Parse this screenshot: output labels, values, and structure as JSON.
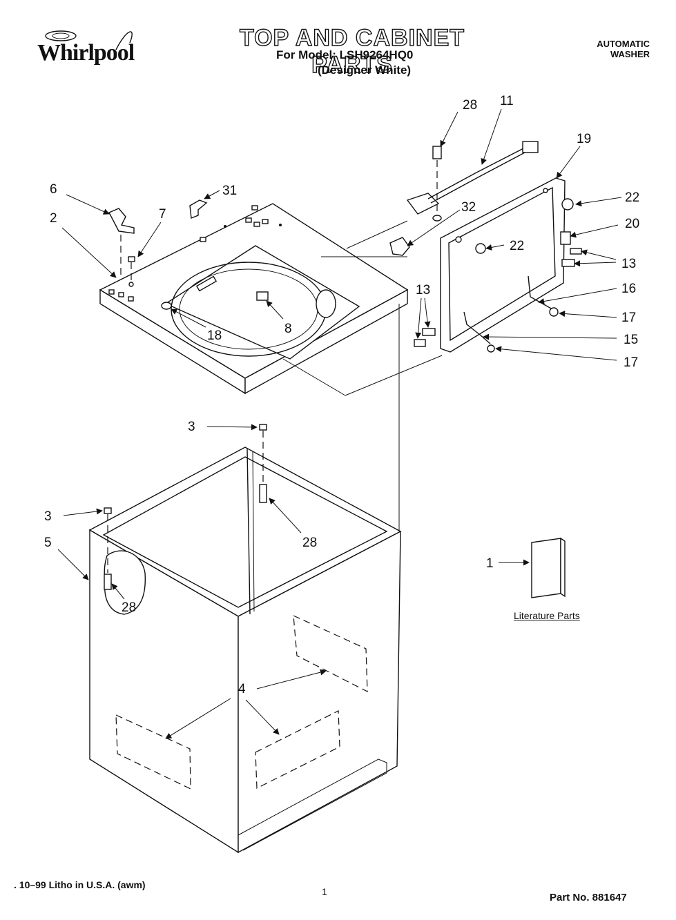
{
  "header": {
    "brand": "Whirlpool",
    "title": "TOP AND CABINET PARTS",
    "model_line": "For Model: LSH9264HQ0",
    "variant_line": "(Designer White)",
    "machine_type_line1": "AUTOMATIC",
    "machine_type_line2": "WASHER"
  },
  "callouts": {
    "c28a": "28",
    "c11": "11",
    "c19": "19",
    "c6": "6",
    "c31": "31",
    "c22a": "22",
    "c2": "2",
    "c7": "7",
    "c32": "32",
    "c20": "20",
    "c22b": "22",
    "c13a": "13",
    "c13b": "13",
    "c16": "16",
    "c17a": "17",
    "c18": "18",
    "c8": "8",
    "c15": "15",
    "c17b": "17",
    "c3a": "3",
    "c3b": "3",
    "c5": "5",
    "c28b": "28",
    "c28c": "28",
    "c1": "1",
    "c4": "4"
  },
  "literature_label": "Literature Parts",
  "footer": {
    "litho": ". 10–99 Litho in U.S.A. (awm)",
    "page": "1",
    "part_no": "Part No. 881647"
  },
  "colors": {
    "ink": "#111111",
    "paper": "#ffffff"
  }
}
